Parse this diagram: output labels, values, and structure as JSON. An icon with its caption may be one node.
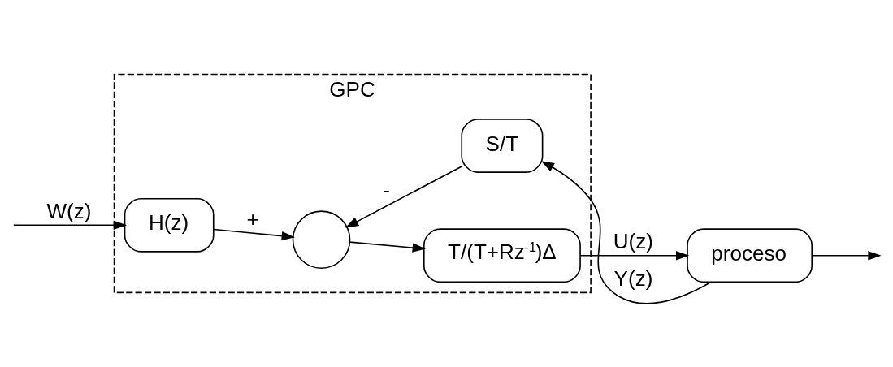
{
  "diagram": {
    "nodes": [
      {
        "text": [
          "GPC"
        ]
      },
      {
        "text": [
          "H(z)"
        ],
        "in": 0
      },
      {
        "text": [],
        "shape": "circle",
        "in": 0
      },
      {
        "text": [
          "T/(T+Rz$^{-1}$)Δ"
        ],
        "in": 0
      },
      {
        "text": [
          "proceso"
        ]
      },
      {
        "text": [
          "S/T"
        ],
        "in": 0
      }
    ],
    "edges": [
      {
        "from": null,
        "to": 1,
        "arrow": "to",
        "label": "W(z)"
      },
      {
        "from": 1,
        "to": 2,
        "arrow": "to",
        "label": "+"
      },
      {
        "from": 2,
        "to": 3,
        "arrow": "to"
      },
      {
        "from": 3,
        "to": 4,
        "arrow": "to",
        "label": "U(z)"
      },
      {
        "from": 4,
        "to": null,
        "arrow": "to"
      },
      {
        "from": 4,
        "to": 5,
        "arrow": "to",
        "label": "Y(z)"
      },
      {
        "from": 5,
        "to": 2,
        "arrow": "to",
        "label": "-"
      }
    ]
  }
}
